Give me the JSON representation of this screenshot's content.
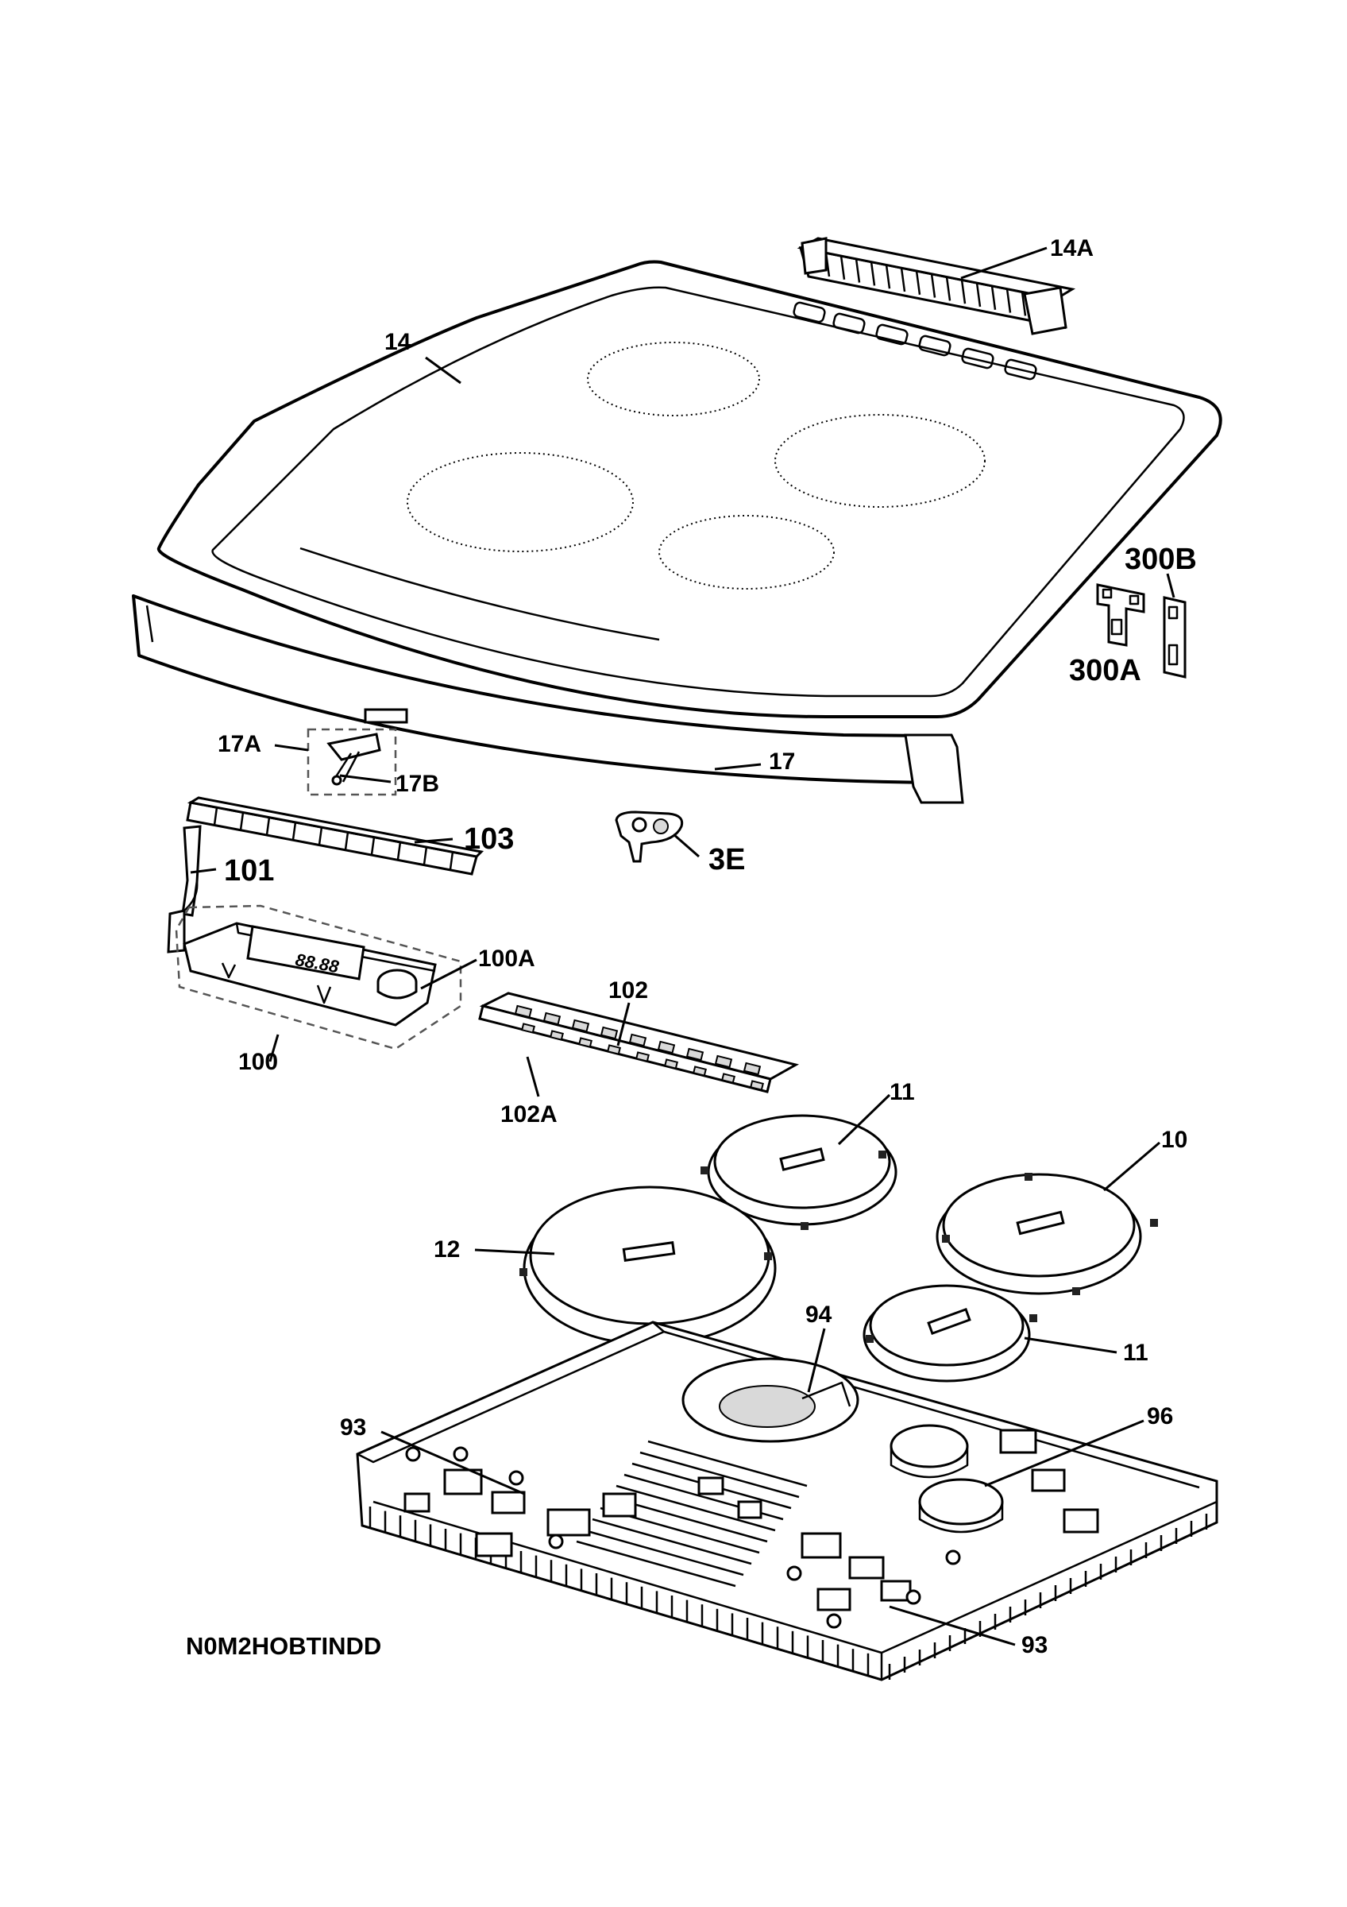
{
  "diagram": {
    "code": "N0M2HOBTINDD",
    "labels": {
      "p14A": "14A",
      "p14": "14",
      "p300B": "300B",
      "p300A": "300A",
      "p17A": "17A",
      "p17B": "17B",
      "p17": "17",
      "p103": "103",
      "p101": "101",
      "p3E": "3E",
      "p100A": "100A",
      "p100": "100",
      "p102": "102",
      "p102A": "102A",
      "p11a": "11",
      "p10": "10",
      "p12": "12",
      "p94": "94",
      "p11b": "11",
      "p93a": "93",
      "p96": "96",
      "p93b": "93"
    },
    "display_text": "88.88"
  }
}
